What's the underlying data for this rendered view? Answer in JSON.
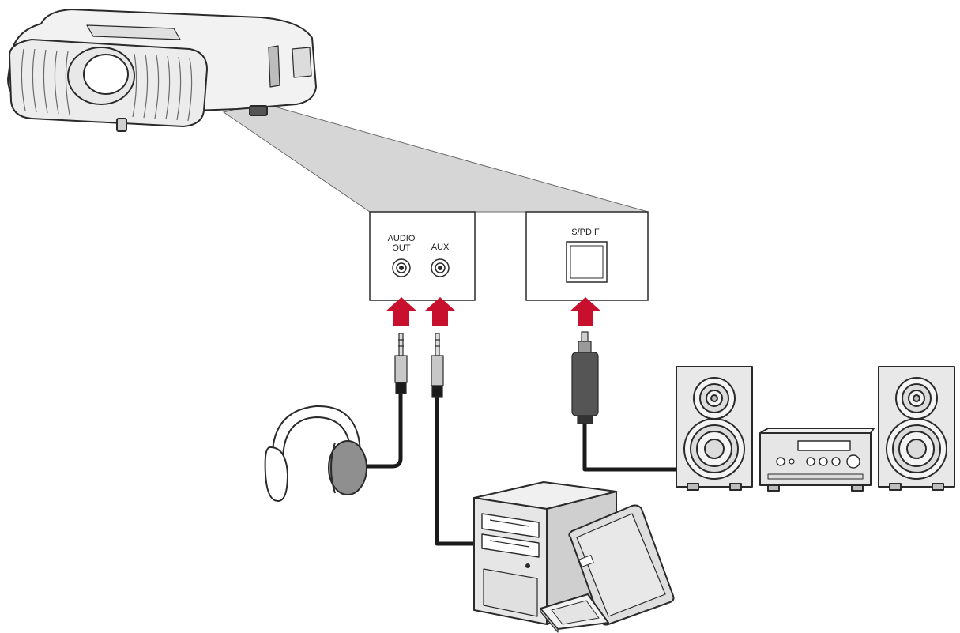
{
  "labels": {
    "audio_out_line1": "AUDIO",
    "audio_out_line2": "OUT",
    "aux": "AUX",
    "spdif": "S/PDIF"
  },
  "colors": {
    "arrow": "#c8102e",
    "callout_fill": "#d6d6d6",
    "cable": "#1a1a1a",
    "line": "#2a2a2a",
    "device_fill": "#e4e4e4",
    "device_light": "#f2f2f2",
    "device_dark": "#8a8a8a"
  },
  "icons": [
    "projector-icon",
    "headphones-icon",
    "audio-jack-3.5mm-icon",
    "optical-toslink-plug-icon",
    "desktop-computer-icon",
    "laptop-icon",
    "speaker-icon",
    "amplifier-receiver-icon",
    "arrow-up-icon"
  ]
}
